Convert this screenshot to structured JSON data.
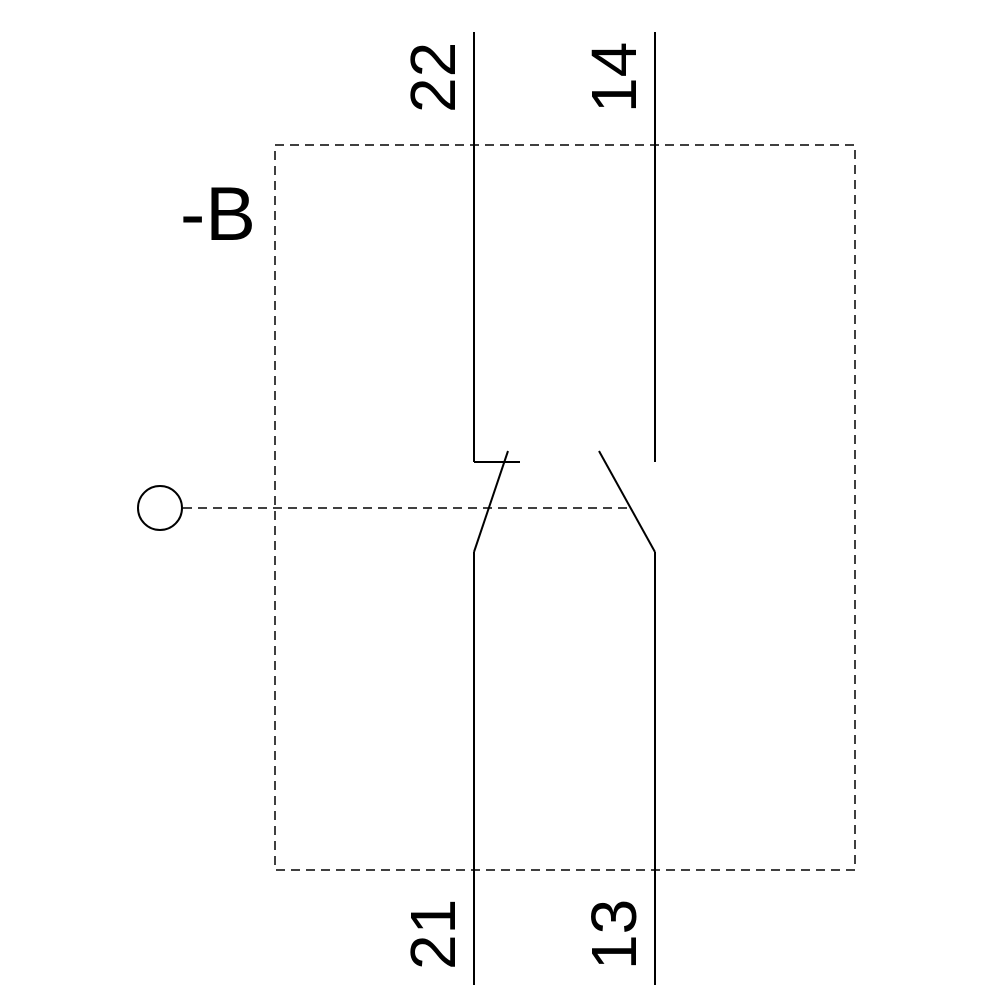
{
  "diagram": {
    "type": "electrical-schematic",
    "device_label": "-B",
    "contacts": [
      {
        "kind": "normally-closed",
        "terminal_top": "22",
        "terminal_bottom": "21"
      },
      {
        "kind": "normally-open",
        "terminal_top": "14",
        "terminal_bottom": "13"
      }
    ],
    "actuator": "circle-pushbutton",
    "colors": {
      "line": "#000000",
      "background": "#ffffff"
    }
  }
}
